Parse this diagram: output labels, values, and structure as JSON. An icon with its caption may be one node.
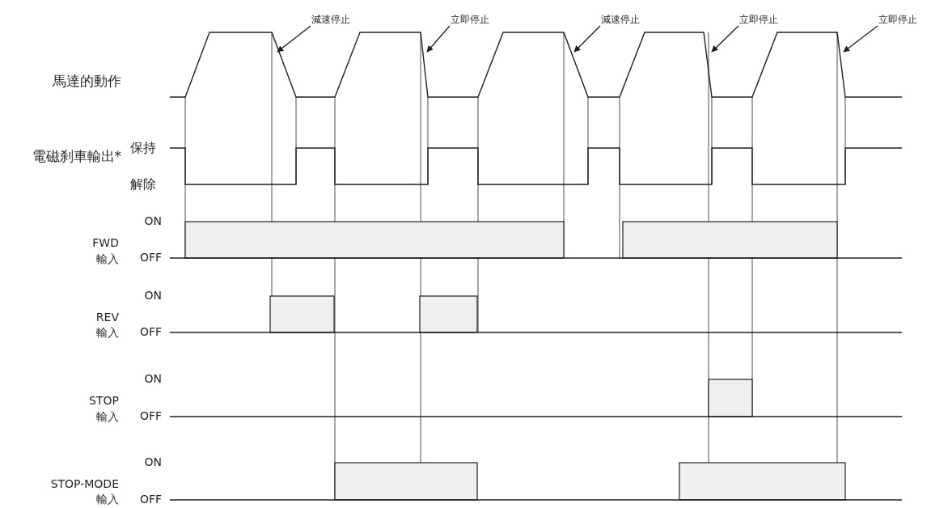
{
  "diagram": {
    "nodes": [
      {
        "text": [
          "減速停止"
        ]
      },
      {
        "text": [
          "立即停止"
        ]
      },
      {
        "text": [
          "減速停止"
        ]
      },
      {
        "text": [
          "立即停止"
        ]
      },
      {
        "text": [
          "立即停止"
        ]
      }
    ],
    "edges": [
      {
        "from": 0,
        "to": null,
        "arrow": "to"
      },
      {
        "from": 1,
        "to": null,
        "arrow": "to"
      },
      {
        "from": 2,
        "to": null,
        "arrow": "to"
      },
      {
        "from": 3,
        "to": null,
        "arrow": "to"
      },
      {
        "from": 4,
        "to": null,
        "arrow": "to"
      }
    ],
    "labels": [
      "馬達的動作",
      "電磁刹車輸出*",
      "保持",
      "解除",
      "ON",
      "FWD",
      "輸入",
      "OFF",
      "ON",
      "REV",
      "輸入",
      "OFF",
      "ON",
      "STOP",
      "輸入",
      "OFF",
      "ON",
      "STOP-MODE",
      "輸入",
      "OFF"
    ]
  }
}
